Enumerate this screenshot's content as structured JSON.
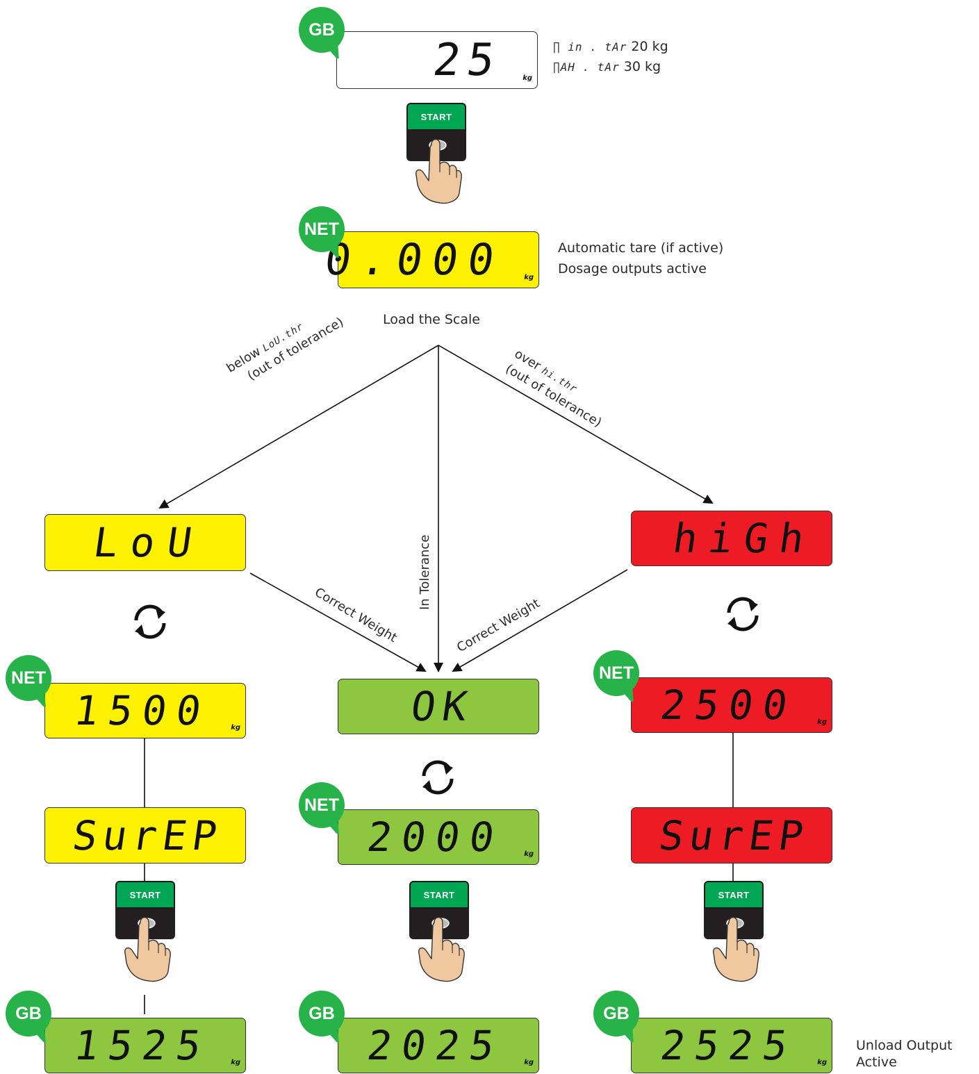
{
  "badges": {
    "gb": "GB",
    "net": "NET"
  },
  "top": {
    "display_value": "25",
    "unit": "kg",
    "min_tare_code": "∏ in . tAr",
    "min_tare_value": "20 kg",
    "max_tare_code": "∏AH . tAr",
    "max_tare_value": "30 kg"
  },
  "start_label": "START",
  "net_zero": {
    "display_value": "0.000",
    "unit": "kg",
    "note_line1": "Automatic tare (if active)",
    "note_line2": "Dosage outputs active"
  },
  "load_label": "Load the Scale",
  "branches": {
    "left_label_prefix": "below",
    "left_label_code": "LoU.thr",
    "left_label_suffix": "(out of tolerance)",
    "right_label_prefix": "over",
    "right_label_code": "hi.thr",
    "right_label_suffix": "(out of tolerance)",
    "middle_label": "In Tolerance",
    "correct_left": "Correct Weight",
    "correct_right": "Correct Weight"
  },
  "left": {
    "status_display": "LoU",
    "net_display": "1500",
    "surep_display": "SurEP",
    "gb_display": "1525",
    "unit": "kg"
  },
  "middle": {
    "status_display": "OK",
    "net_display": "2000",
    "gb_display": "2025",
    "unit": "kg"
  },
  "right": {
    "status_display": "hiGh",
    "net_display": "2500",
    "surep_display": "SurEP",
    "gb_display": "2525",
    "unit": "kg",
    "output_line1": "Unload Output",
    "output_line2": "Active"
  },
  "colors": {
    "yellow": "#fff200",
    "green": "#8dc63f",
    "red": "#ed1c24",
    "badge_green": "#27b34a",
    "start_green": "#00a651"
  }
}
